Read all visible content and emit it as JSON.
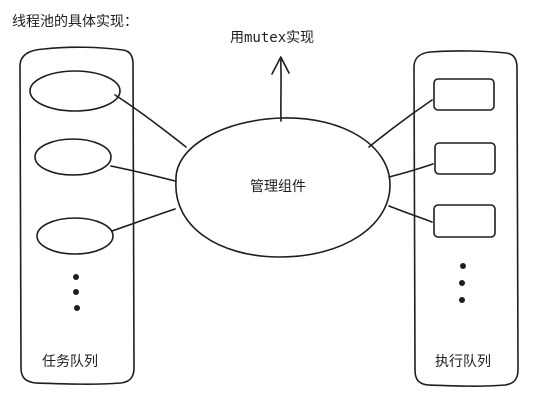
{
  "title": "线程池的具体实现：",
  "mutex_label_prefix": "用",
  "mutex_label_keyword": "mutex",
  "mutex_label_suffix": "实现",
  "center_label": "管理组件",
  "task_queue_label": "任务队列",
  "exec_queue_label": "执行队列",
  "colors": {
    "ink": "#1e1e1e",
    "background": "#ffffff"
  }
}
